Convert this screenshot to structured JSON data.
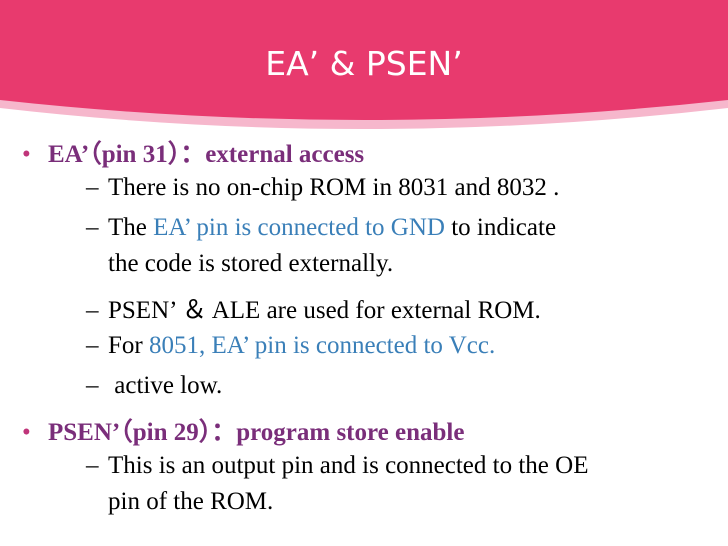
{
  "slide": {
    "title": "EA’ & PSEN’",
    "colors": {
      "header_pink": "#e83a6e",
      "header_band": "#f6b7cc",
      "bullet_text": "#7a2e7a",
      "highlight": "#3a7fb8"
    },
    "bullet_glyph": "•",
    "dash_glyph": "–",
    "b1": {
      "label": "EA’（pin 31）：external access"
    },
    "s1": "There is no on-chip ROM in 8031 and 8032 .",
    "s2": {
      "pre": "The ",
      "hl": "EA’ pin is connected to GND",
      "post": " to indicate",
      "cont": "the code is stored externally."
    },
    "s3": "PSEN’ ＆ ALE are used for external ROM.",
    "s4": {
      "pre": "For ",
      "hl": "8051, EA’ pin is connected to Vcc."
    },
    "s5": " active low.",
    "b2": {
      "label": "PSEN’（pin 29）：program store enable"
    },
    "s6": {
      "line1": "This is an output pin and is connected to the OE",
      "line2": "pin of the ROM."
    }
  }
}
